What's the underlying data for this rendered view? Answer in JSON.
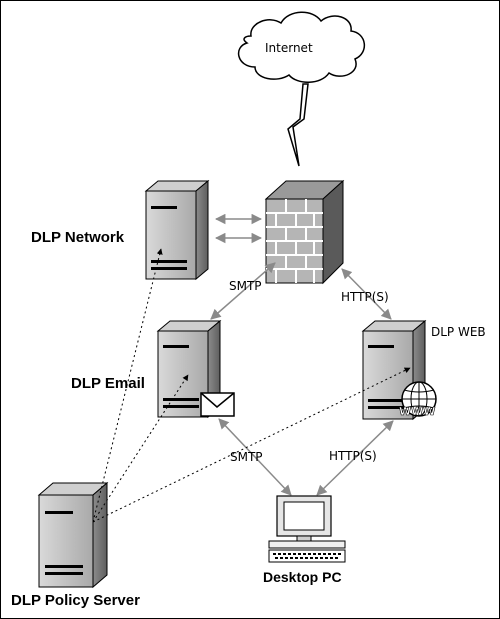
{
  "nodes": {
    "internet": "Internet",
    "dlp_network": "DLP Network",
    "dlp_email": "DLP Email",
    "dlp_web": "DLP WEB",
    "dlp_policy_server": "DLP Policy Server",
    "desktop_pc": "Desktop PC",
    "www_globe": "WWW"
  },
  "connections": {
    "smtp_top": "SMTP",
    "https_top": "HTTP(S)",
    "smtp_bottom": "SMTP",
    "https_bottom": "HTTP(S)"
  },
  "icons": [
    "cloud-icon",
    "lightning-icon",
    "firewall-icon",
    "server-icon",
    "envelope-icon",
    "globe-icon",
    "desktop-pc-icon"
  ]
}
